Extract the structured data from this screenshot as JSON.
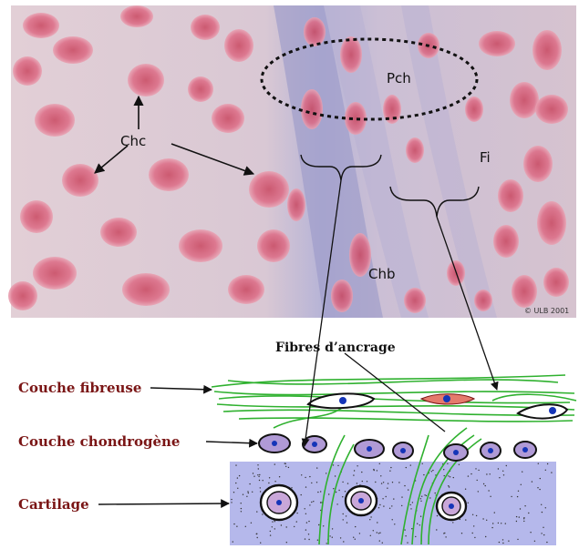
{
  "micrograph": {
    "labels": {
      "chc": "Chc",
      "pch": "Pch",
      "fi": "Fi",
      "chb": "Chb"
    },
    "credit": "© ULB 2001"
  },
  "schema": {
    "anchoring_fibers_label": "Fibres d’ancrage",
    "layers": {
      "fibrous": "Couche fibreuse",
      "chondrogenic": "Couche chondrogène",
      "cartilage": "Cartilage"
    }
  },
  "colors": {
    "photo_background": "#ccb9c6",
    "nucleus": "#d9607c",
    "fiber_band": "#9a97c6",
    "cartilage_fill": "#b5b8eb",
    "fiber_green": "#2fb12f",
    "chondro_cell": "#b09ad6",
    "fibroblast": "#e57a6c",
    "cell_nucleus_blue": "#1535b8",
    "label_red": "#7a1515"
  }
}
